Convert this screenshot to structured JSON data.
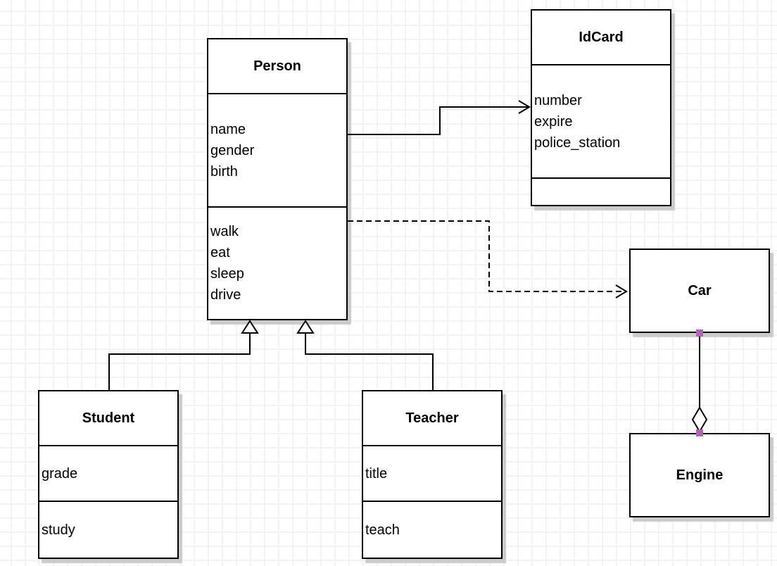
{
  "diagram_type": "uml-class-diagram",
  "colors": {
    "line": "#000000",
    "box_fill": "#ffffff",
    "shadow": "#cbcbcb",
    "grid_line": "#f3f3f3",
    "endpoint_handle": "#b266b2"
  },
  "classes": {
    "person": {
      "title": "Person",
      "attributes": [
        "name",
        "gender",
        "birth"
      ],
      "methods": [
        "walk",
        "eat",
        "sleep",
        "drive"
      ]
    },
    "idcard": {
      "title": "IdCard",
      "attributes": [
        "number",
        "expire",
        "police_station"
      ],
      "methods": []
    },
    "car": {
      "title": "Car",
      "attributes": [],
      "methods": []
    },
    "engine": {
      "title": "Engine",
      "attributes": [],
      "methods": []
    },
    "student": {
      "title": "Student",
      "attributes": [
        "grade"
      ],
      "methods": [
        "study"
      ]
    },
    "teacher": {
      "title": "Teacher",
      "attributes": [
        "title"
      ],
      "methods": [
        "teach"
      ]
    }
  },
  "relationships": [
    {
      "from": "Person",
      "to": "IdCard",
      "type": "association",
      "line_style": "solid",
      "arrowhead": "open-arrow"
    },
    {
      "from": "Person",
      "to": "Car",
      "type": "dependency",
      "line_style": "dashed",
      "arrowhead": "open-arrow"
    },
    {
      "from": "Student",
      "to": "Person",
      "type": "generalization",
      "line_style": "solid",
      "arrowhead": "hollow-triangle"
    },
    {
      "from": "Teacher",
      "to": "Person",
      "type": "generalization",
      "line_style": "solid",
      "arrowhead": "hollow-triangle"
    },
    {
      "from": "Car",
      "to": "Engine",
      "type": "aggregation",
      "line_style": "solid",
      "arrowhead": "hollow-diamond",
      "endpoint_markers": "purple-square-handles"
    }
  ]
}
